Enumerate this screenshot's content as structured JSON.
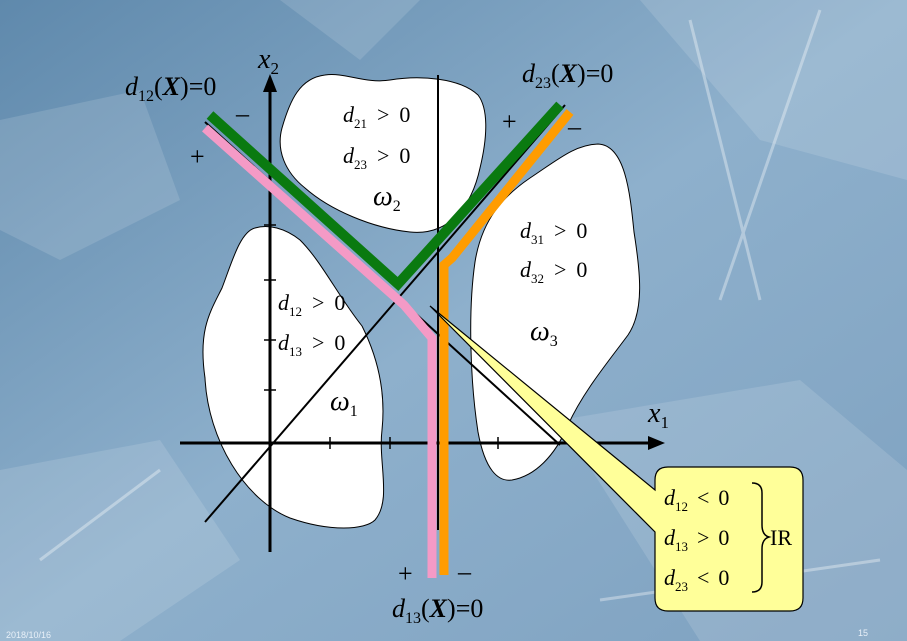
{
  "background": {
    "colors": [
      "#5f89ac",
      "#a6c1d8",
      "#7ea1c0"
    ]
  },
  "axes": {
    "x1": {
      "var": "x",
      "sub": "1"
    },
    "x2": {
      "var": "x",
      "sub": "2"
    }
  },
  "boundaries": {
    "d12": {
      "name": "d",
      "sub": "12",
      "arg": "X",
      "rhs": "=0",
      "plus": "+",
      "minus": "–",
      "color": "#f49ac6"
    },
    "d23": {
      "name": "d",
      "sub": "23",
      "arg": "X",
      "rhs": "=0",
      "plus": "+",
      "minus": "–",
      "color": "#0a7a10"
    },
    "d13": {
      "name": "d",
      "sub": "13",
      "arg": "X",
      "rhs": "=0",
      "plus": "+",
      "minus": "–",
      "color": "#ff9c00"
    }
  },
  "regions": {
    "omega1": {
      "symbol": "ω",
      "sub": "1",
      "conditions": [
        {
          "d": "d",
          "sub": "12",
          "op": ">",
          "val": "0"
        },
        {
          "d": "d",
          "sub": "13",
          "op": ">",
          "val": "0"
        }
      ]
    },
    "omega2": {
      "symbol": "ω",
      "sub": "2",
      "conditions": [
        {
          "d": "d",
          "sub": "21",
          "op": ">",
          "val": "0"
        },
        {
          "d": "d",
          "sub": "23",
          "op": ">",
          "val": "0"
        }
      ]
    },
    "omega3": {
      "symbol": "ω",
      "sub": "3",
      "conditions": [
        {
          "d": "d",
          "sub": "31",
          "op": ">",
          "val": "0"
        },
        {
          "d": "d",
          "sub": "32",
          "op": ">",
          "val": "0"
        }
      ]
    }
  },
  "callout": {
    "fill": "#ffff99",
    "conditions": [
      {
        "d": "d",
        "sub": "12",
        "op": "<",
        "val": "0"
      },
      {
        "d": "d",
        "sub": "13",
        "op": ">",
        "val": "0"
      },
      {
        "d": "d",
        "sub": "23",
        "op": "<",
        "val": "0"
      }
    ],
    "label": "IR"
  },
  "footer": {
    "date": "2018/10/16",
    "page": "15"
  }
}
